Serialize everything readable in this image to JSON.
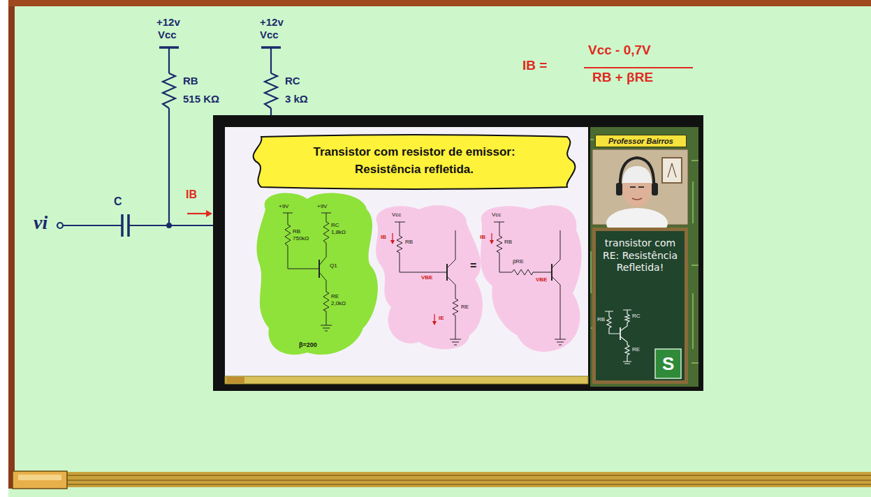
{
  "diagram": {
    "nodes": [
      {
        "text": [
          "Transistor com resistor de emissor: Resistência refletida."
        ]
      },
      {
        "text": [
          "Professor Bairros"
        ]
      },
      {
        "text": [
          "transistor com RE: Resistência Refletida!"
        ]
      }
    ],
    "labels": [
      "+12v",
      "Vcc",
      "+12v",
      "Vcc",
      "RB",
      "515 KΩ",
      "RC",
      "3 kΩ",
      "vi",
      "C",
      "IB",
      "IB =",
      "Vcc - 0,7V",
      "RB + βRE",
      "+9V",
      "+9V",
      "RB",
      "750kΩ",
      "RC",
      "1,8kΩ",
      "Q1",
      "RE",
      "2,0kΩ",
      "β=200",
      "Vcc",
      "IB",
      "RB",
      "VBE",
      "IE",
      "RE",
      "=",
      "Vcc",
      "IB",
      "RB",
      "βRE",
      "VBE",
      "RB",
      "RC",
      "RE",
      "S"
    ]
  }
}
